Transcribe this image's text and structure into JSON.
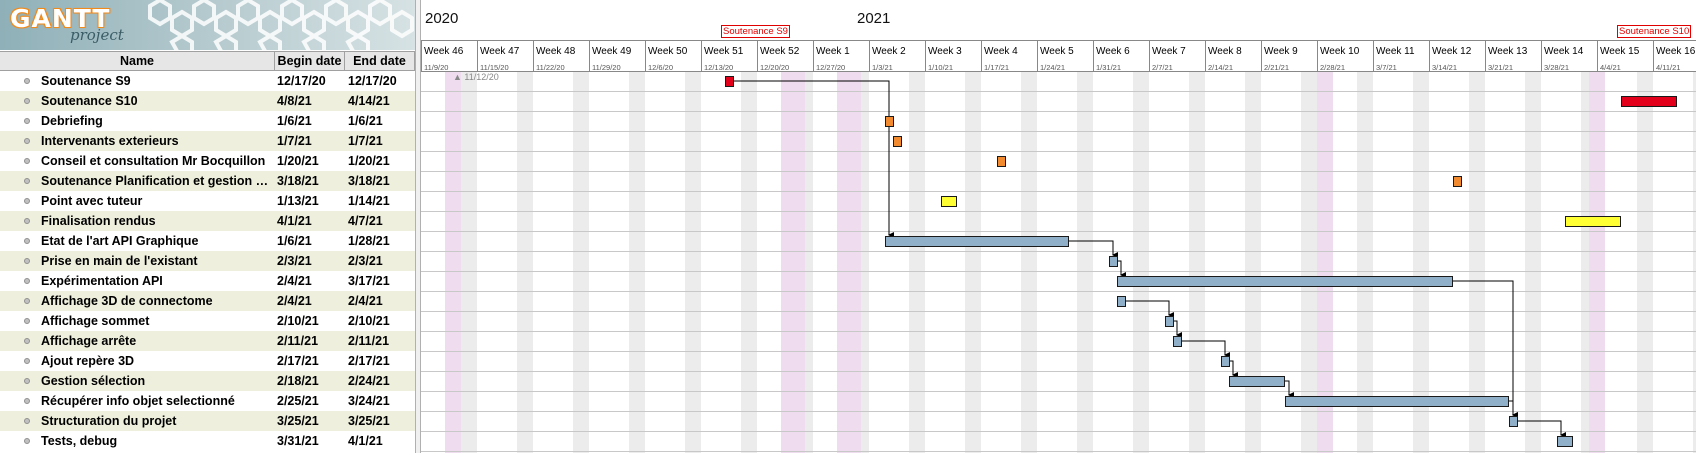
{
  "app": {
    "logo_text": "GANTT",
    "logo_sub": "project"
  },
  "table": {
    "headers": {
      "name": "Name",
      "begin": "Begin date",
      "end": "End date"
    },
    "tasks": [
      {
        "name": "Soutenance S9",
        "begin": "12/17/20",
        "end": "12/17/20"
      },
      {
        "name": "Soutenance S10",
        "begin": "4/8/21",
        "end": "4/14/21"
      },
      {
        "name": "Debriefing",
        "begin": "1/6/21",
        "end": "1/6/21"
      },
      {
        "name": "Intervenants exterieurs",
        "begin": "1/7/21",
        "end": "1/7/21"
      },
      {
        "name": "Conseil et consultation Mr Bocquillon",
        "begin": "1/20/21",
        "end": "1/20/21"
      },
      {
        "name": "Soutenance Planification et gestion de p...",
        "begin": "3/18/21",
        "end": "3/18/21"
      },
      {
        "name": "Point avec tuteur",
        "begin": "1/13/21",
        "end": "1/14/21"
      },
      {
        "name": "Finalisation rendus",
        "begin": "4/1/21",
        "end": "4/7/21"
      },
      {
        "name": "Etat de l'art API Graphique",
        "begin": "1/6/21",
        "end": "1/28/21"
      },
      {
        "name": "Prise en main de l'existant",
        "begin": "2/3/21",
        "end": "2/3/21"
      },
      {
        "name": "Expérimentation API",
        "begin": "2/4/21",
        "end": "3/17/21"
      },
      {
        "name": "Affichage 3D de connectome",
        "begin": "2/4/21",
        "end": "2/4/21"
      },
      {
        "name": "Affichage sommet",
        "begin": "2/10/21",
        "end": "2/10/21"
      },
      {
        "name": "Affichage arrête",
        "begin": "2/11/21",
        "end": "2/11/21"
      },
      {
        "name": "Ajout repère 3D",
        "begin": "2/17/21",
        "end": "2/17/21"
      },
      {
        "name": "Gestion sélection",
        "begin": "2/18/21",
        "end": "2/24/21"
      },
      {
        "name": "Récupérer info objet selectionné",
        "begin": "2/25/21",
        "end": "3/24/21"
      },
      {
        "name": "Structuration du projet",
        "begin": "3/25/21",
        "end": "3/25/21"
      },
      {
        "name": "Tests, debug",
        "begin": "3/31/21",
        "end": "4/1/21"
      }
    ]
  },
  "timeline": {
    "years": [
      "2020",
      "2021"
    ],
    "weeks": [
      "Week 46",
      "Week 47",
      "Week 48",
      "Week 49",
      "Week 50",
      "Week 51",
      "Week 52",
      "Week 1",
      "Week 2",
      "Week 3",
      "Week 4",
      "Week 5",
      "Week 6",
      "Week 7",
      "Week 8",
      "Week 9",
      "Week 10",
      "Week 11",
      "Week 12",
      "Week 13",
      "Week 14",
      "Week 15",
      "Week 16"
    ],
    "week_dates": [
      "11/9/20",
      "11/15/20",
      "11/22/20",
      "11/29/20",
      "12/6/20",
      "12/13/20",
      "12/20/20",
      "12/27/20",
      "1/3/21",
      "1/10/21",
      "1/17/21",
      "1/24/21",
      "1/31/21",
      "2/7/21",
      "2/14/21",
      "2/21/21",
      "2/28/21",
      "3/7/21",
      "3/14/21",
      "3/21/21",
      "3/28/21",
      "4/4/21",
      "4/11/21"
    ],
    "today_label": "11/12/20",
    "milestone_labels": [
      "Soutenance S9",
      "Soutenance S10"
    ]
  },
  "colors": {
    "red": "#e3001b",
    "orange": "#f28a30",
    "yellow": "#ffff33",
    "blue": "#8fb0c8",
    "weekend": "#ececec",
    "holiday": "#efdcef"
  }
}
